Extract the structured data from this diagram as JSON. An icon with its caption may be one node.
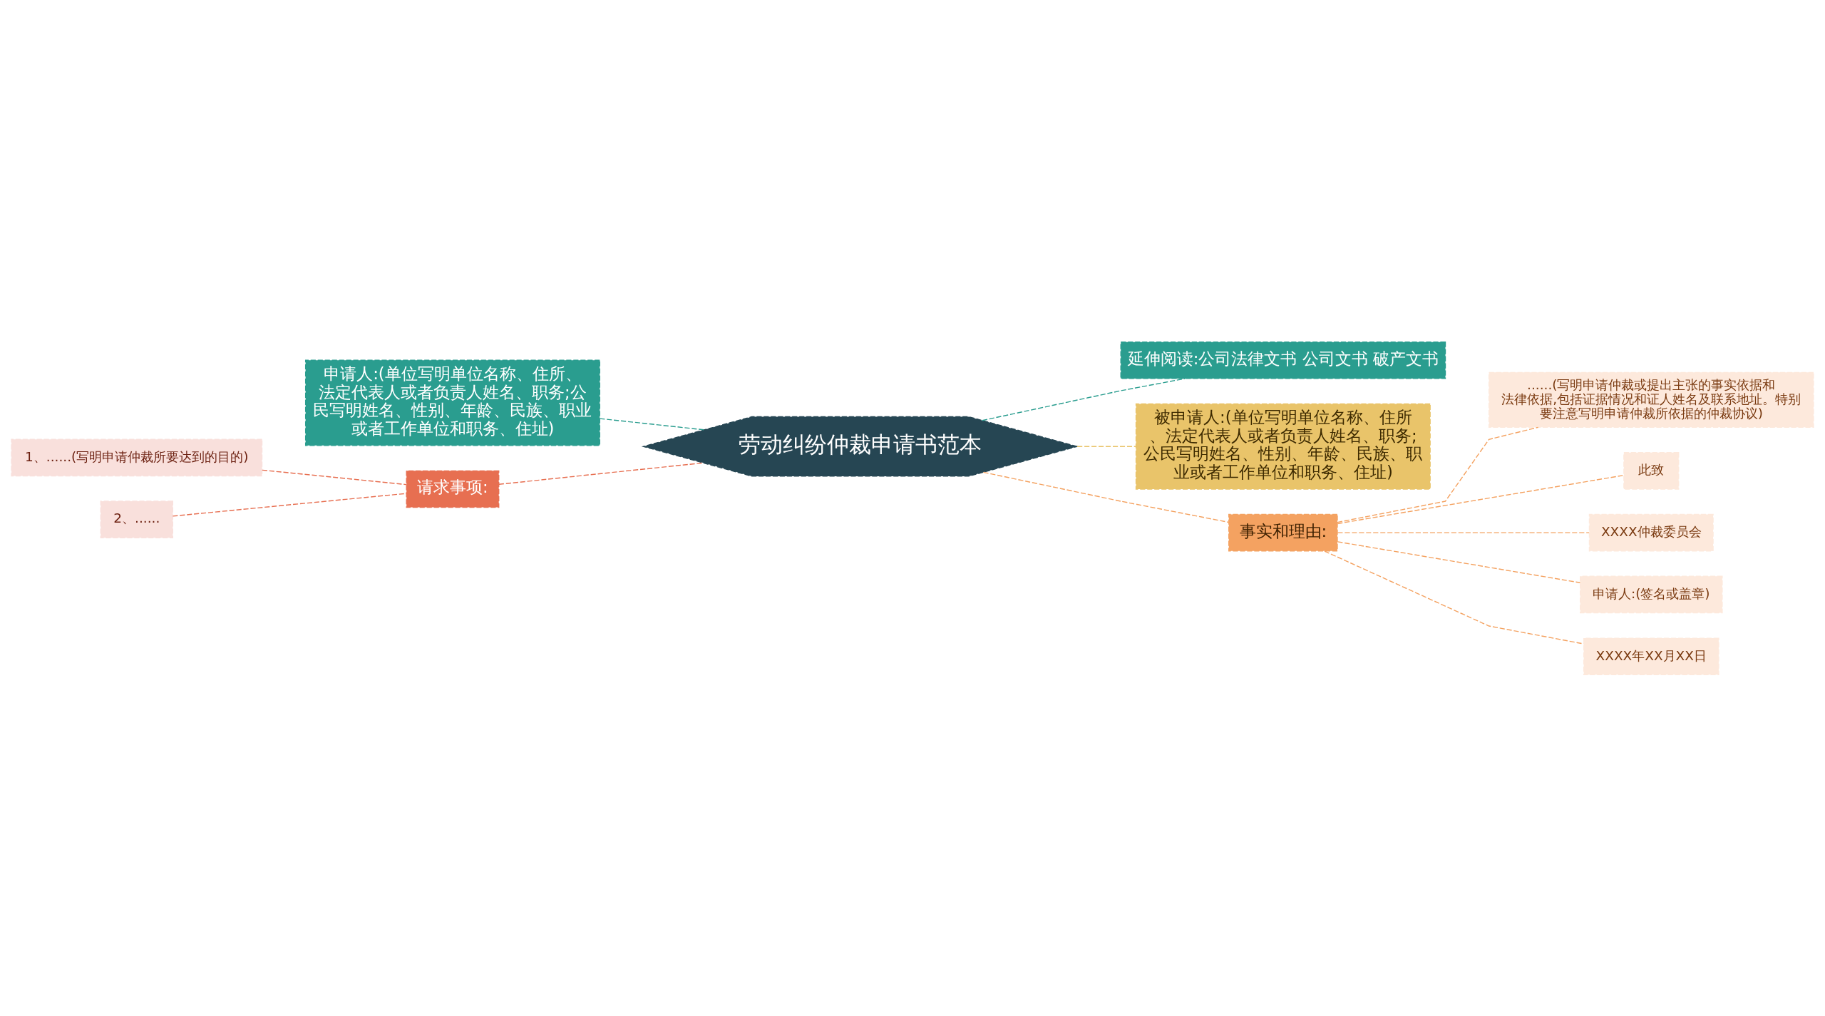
{
  "diagram": {
    "nodes": [
      {
        "text": [
          "劳动纠纷仲裁申请书范本"
        ]
      },
      {
        "text": [
          "申请人:(单位写明单位名称、住所、法定代表人或者负责人姓名、职务;公民写明姓名、性别、年龄、民族、职业或者工作单位和职务、住址)"
        ]
      },
      {
        "text": [
          "请求事项:"
        ]
      },
      {
        "text": [
          "1、......(写明申请仲裁所要达到的目的)"
        ]
      },
      {
        "text": [
          "2、......"
        ]
      },
      {
        "text": [
          "延伸阅读:公司法律文书 公司文书 破产文书"
        ]
      },
      {
        "text": [
          "被申请人:(单位写明单位名称、住所、法定代表人或者负责人姓名、职务;公民写明姓名、性别、年龄、民族、职业或者工作单位和职务、住址)"
        ]
      },
      {
        "text": [
          "事实和理由:"
        ]
      },
      {
        "text": [
          "......(写明申请仲裁或提出主张的事实依据和法律依据,包括证据情况和证人姓名及联系地址。特别要注意写明申请仲裁所依据的仲裁协议)"
        ]
      },
      {
        "text": [
          "此致"
        ]
      },
      {
        "text": [
          "XXXX仲裁委员会"
        ]
      },
      {
        "text": [
          "申请人:(签名或盖章)"
        ]
      },
      {
        "text": [
          "XXXX年XX月XX日"
        ]
      }
    ],
    "edges": [
      {
        "from": 0,
        "to": 1,
        "arrow": "none",
        "style": "dashed",
        "color": "#2a9d8f"
      },
      {
        "from": 0,
        "to": 2,
        "arrow": "none",
        "style": "dashed",
        "color": "#e76f51"
      },
      {
        "from": 2,
        "to": 3,
        "arrow": "none",
        "style": "dashed",
        "color": "#e76f51"
      },
      {
        "from": 2,
        "to": 4,
        "arrow": "none",
        "style": "dashed",
        "color": "#e76f51"
      },
      {
        "from": 0,
        "to": 5,
        "arrow": "none",
        "style": "dashed",
        "color": "#2a9d8f"
      },
      {
        "from": 0,
        "to": 6,
        "arrow": "none",
        "style": "dashed",
        "color": "#e9c46a"
      },
      {
        "from": 0,
        "to": 7,
        "arrow": "none",
        "style": "dashed"
      },
      {
        "from": 7,
        "to": 8,
        "arrow": "none",
        "style": "dashed"
      },
      {
        "from": 7,
        "to": 9,
        "arrow": "none",
        "style": "dashed"
      },
      {
        "from": 7,
        "to": 10,
        "arrow": "none",
        "style": "dashed"
      },
      {
        "from": 7,
        "to": 11,
        "arrow": "none",
        "style": "dashed"
      },
      {
        "from": 7,
        "to": 12,
        "arrow": "none",
        "style": "dashed"
      }
    ]
  }
}
